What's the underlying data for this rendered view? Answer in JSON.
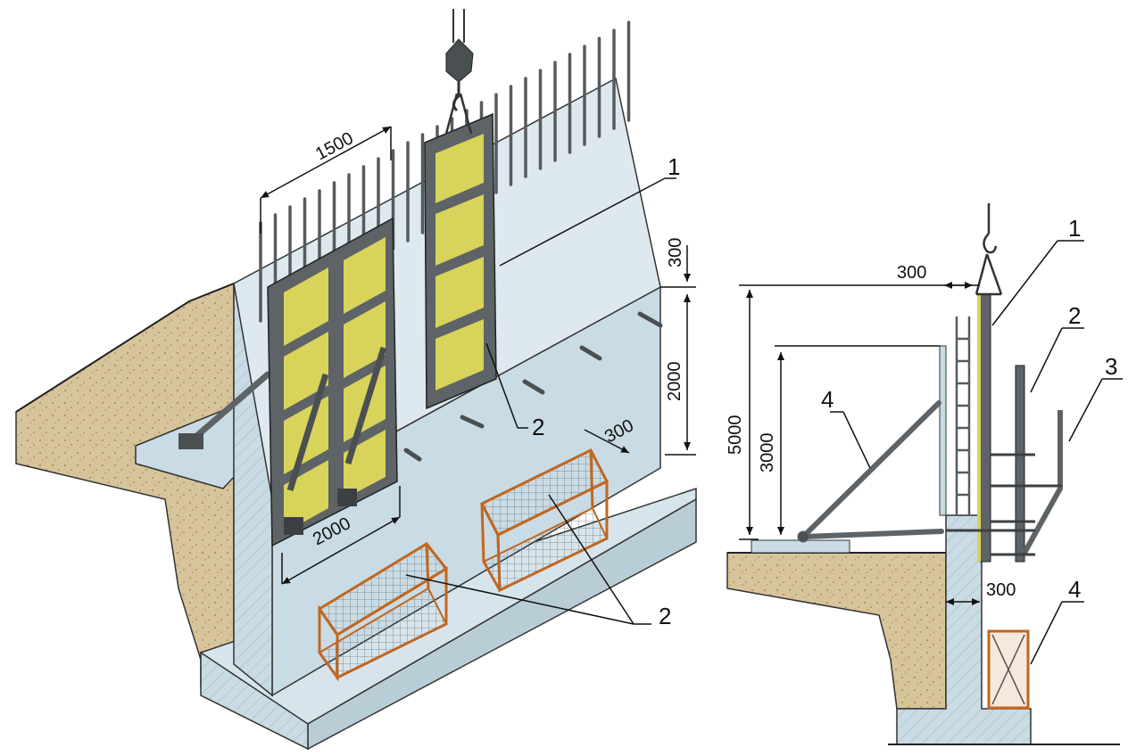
{
  "figure": {
    "left_view": {
      "dimensions": {
        "width_top": "1500",
        "panel_width": "2000",
        "ledge_height": "2000",
        "top_offset": "300",
        "frame_depth": "300"
      },
      "callouts": {
        "panel": "1",
        "cage_upper": "2",
        "cage_lower": "2"
      }
    },
    "right_view": {
      "dimensions": {
        "top_gap": "300",
        "total_height": "5000",
        "brace_height": "3000",
        "wall_thickness": "300"
      },
      "callouts": {
        "panel": "1",
        "scaffold": "2",
        "railing": "3",
        "brace": "4",
        "cage": "4"
      }
    },
    "colors": {
      "ground": "#d8c49a",
      "concrete": "#c9dbe4",
      "steel": "#5d6366",
      "plywood": "#d8d35a",
      "cage": "#c2661f"
    }
  }
}
